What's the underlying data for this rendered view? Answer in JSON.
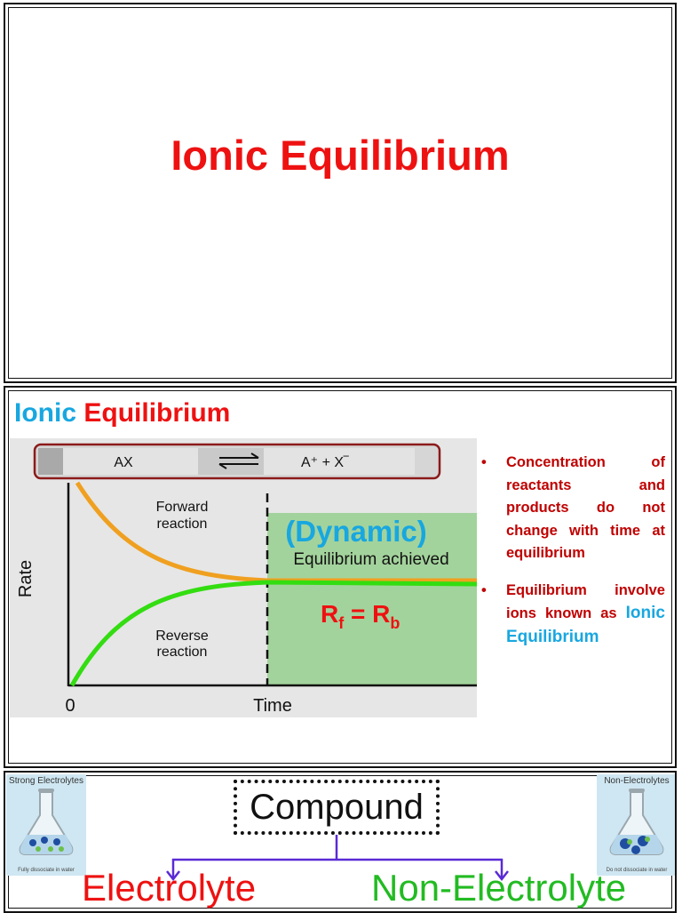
{
  "slide1": {
    "title": "Ionic Equilibrium"
  },
  "slide2": {
    "title_word1": "Ionic",
    "title_word2": "Equilibrium",
    "diagram": {
      "reactant": "AX",
      "products": "A⁺ +  X‾",
      "forward_label_line1": "Forward",
      "forward_label_line2": "reaction",
      "reverse_label_line1": "Reverse",
      "reverse_label_line2": "reaction",
      "dynamic_label": "(Dynamic)",
      "equilibrium_label": "Equilibrium achieved",
      "rate_equation": {
        "r": "R",
        "f": "f",
        "eq": " = ",
        "b": "b"
      },
      "y_axis_label": "Rate",
      "x_axis_label": "Time",
      "origin_label": "0",
      "colors": {
        "forward": "#f0a020",
        "reverse": "#33dd11",
        "equilibrium_zone": "#a3d39c",
        "accent": "#18a7e0",
        "red": "#ee1111"
      }
    },
    "bullets": [
      {
        "text": "Concentration of reactants and products do not change with time at equilibrium"
      },
      {
        "text": "Equilibrium involve ions known as",
        "highlight": "Ionic Equilibrium"
      }
    ]
  },
  "slide3": {
    "left_card": {
      "caption": "Strong Electrolytes",
      "footer": "Fully dissociate in water"
    },
    "right_card": {
      "caption": "Non-Electrolytes",
      "footer": "Do not dissociate in water"
    },
    "compound_label": "Compound",
    "electrolyte_label": "Electrolyte",
    "non_electrolyte_label": "Non-Electrolyte"
  }
}
